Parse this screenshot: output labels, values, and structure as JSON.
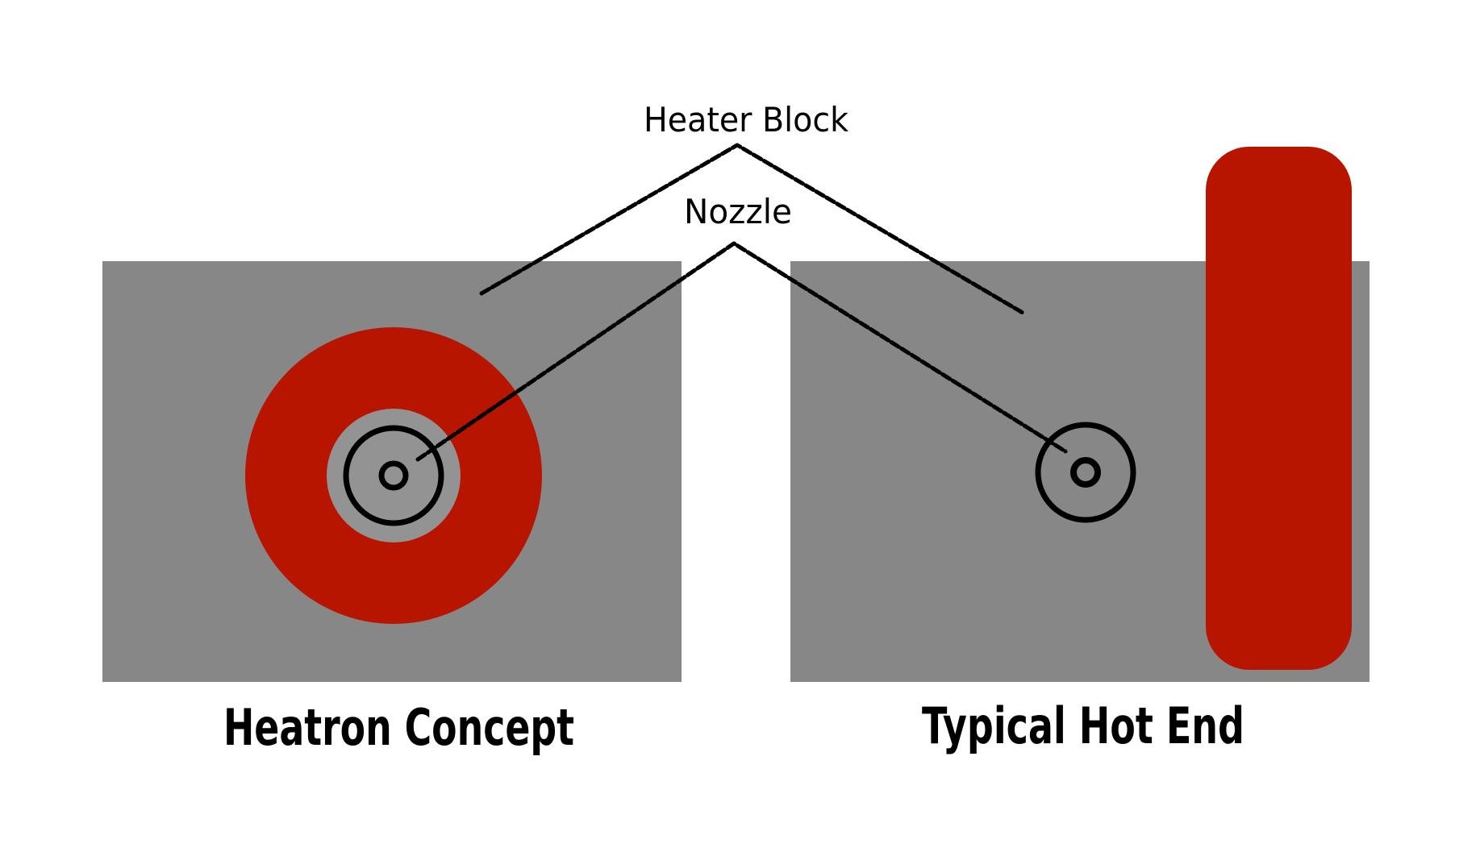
{
  "diagram": {
    "colors": {
      "background": "#ffffff",
      "block_gray": "#878787",
      "inner_gray": "#939393",
      "heater_red": "#b81500",
      "ink": "#000000"
    },
    "callouts": {
      "heater_block": "Heater Block",
      "nozzle": "Nozzle"
    },
    "panels": [
      {
        "caption": "Heatron Concept",
        "heater_shape": "ring-around-nozzle"
      },
      {
        "caption": "Typical Hot End",
        "heater_shape": "cartridge-beside-nozzle"
      }
    ]
  }
}
